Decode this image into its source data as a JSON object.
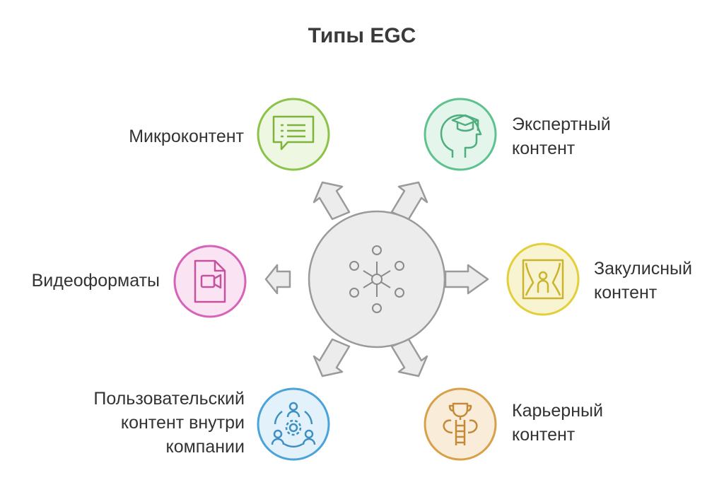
{
  "title": "Типы EGC",
  "colors": {
    "center": "#ececec",
    "center_stroke": "#9a9a9a",
    "green": "#8bc34a",
    "teal": "#5ec28f",
    "yellow": "#e2cf3a",
    "orange": "#d9a04a",
    "blue": "#4aa3d9",
    "pink": "#d663b7"
  },
  "items": [
    {
      "lines": [
        "Микроконтент"
      ],
      "icon": "chat-list-icon"
    },
    {
      "lines": [
        "Экспертный",
        "контент"
      ],
      "icon": "graduate-head-icon"
    },
    {
      "lines": [
        "Закулисный",
        "контент"
      ],
      "icon": "stage-curtain-icon"
    },
    {
      "lines": [
        "Карьерный",
        "контент"
      ],
      "icon": "trophy-ladder-icon"
    },
    {
      "lines": [
        "Пользовательский",
        "контент внутри",
        "компании"
      ],
      "icon": "team-gear-icon"
    },
    {
      "lines": [
        "Видеоформаты"
      ],
      "icon": "video-file-icon"
    }
  ],
  "center_icon": "network-hub-icon"
}
